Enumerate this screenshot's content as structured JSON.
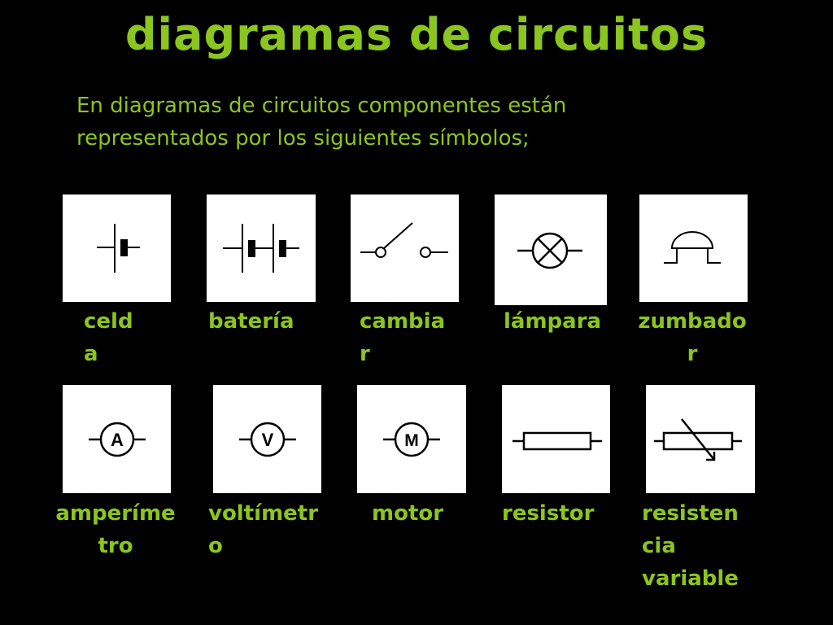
{
  "title": "diagramas de circuitos",
  "intro": "En diagramas de circuitos componentes están representados por los siguientes símbolos;",
  "symbols": [
    {
      "label": "celd\na",
      "icon": "cell-symbol-icon"
    },
    {
      "label": "batería",
      "icon": "battery-symbol-icon"
    },
    {
      "label": "cambia\nr",
      "icon": "switch-symbol-icon"
    },
    {
      "label": "lámpara",
      "icon": "lamp-symbol-icon"
    },
    {
      "label": "zumbado\nr",
      "icon": "buzzer-symbol-icon"
    },
    {
      "label": "amperíme\ntro",
      "icon": "ammeter-symbol-icon",
      "letter": "A"
    },
    {
      "label": "voltímetr\no",
      "icon": "voltmeter-symbol-icon",
      "letter": "V"
    },
    {
      "label": "motor",
      "icon": "motor-symbol-icon",
      "letter": "M"
    },
    {
      "label": "resistor",
      "icon": "resistor-symbol-icon"
    },
    {
      "label": "resisten\ncia\nvariable",
      "icon": "variable-resistor-symbol-icon"
    }
  ],
  "colors": {
    "background": "#000000",
    "accent": "#8bc51f",
    "tile": "#ffffff",
    "symbol": "#000000"
  }
}
